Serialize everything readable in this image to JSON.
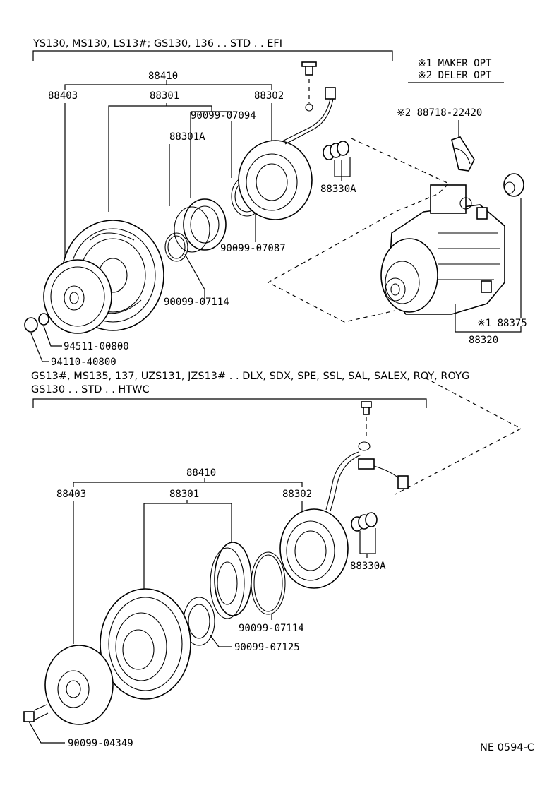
{
  "top_section": {
    "header": "YS130, MS130, LS13#; GS130, 136 . . STD . . EFI",
    "labels": {
      "p88410": "88410",
      "p88403": "88403",
      "p88301": "88301",
      "p88302": "88302",
      "p90099_07094": "90099-07094",
      "p88301A": "88301A",
      "p90099_07087": "90099-07087",
      "p90099_07114": "90099-07114",
      "p94511_00800": "94511-00800",
      "p94110_40800": "94110-40800",
      "p88330A": "88330A",
      "p88718": "※2  88718-22420",
      "p88375": "※1  88375",
      "p88320": "88320"
    }
  },
  "legend": {
    "maker": "※1  MAKER OPT",
    "dealer": "※2  DELER OPT"
  },
  "bottom_section": {
    "header_line1": "GS13#, MS135, 137, UZS131, JZS13# . . DLX, SDX, SPE, SSL, SAL, SALEX, ROY, ROYG",
    "header_line2": "GS130 . . STD . . HTWC",
    "labels": {
      "p88410": "88410",
      "p88403": "88403",
      "p88301": "88301",
      "p88302": "88302",
      "p88330A": "88330A",
      "p90099_07114": "90099-07114",
      "p90099_07125": "90099-07125",
      "p90099_04349": "90099-04349"
    }
  },
  "footer_code": "NE  0594-C"
}
